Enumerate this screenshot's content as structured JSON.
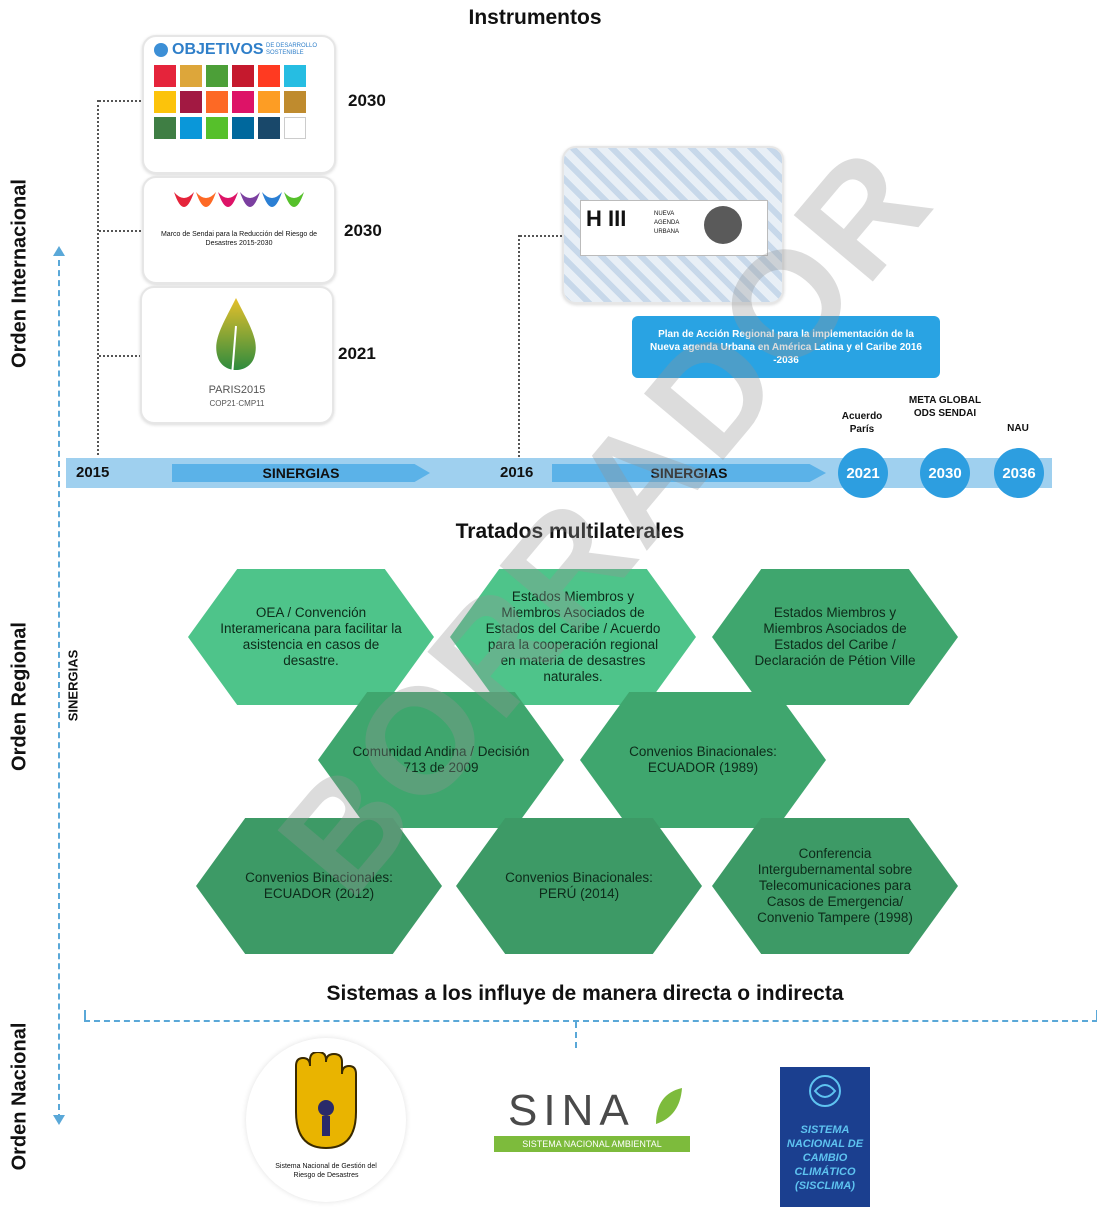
{
  "titles": {
    "instruments": "Instrumentos",
    "treaties": "Tratados multilaterales",
    "systems": "Sistemas a los influye de manera directa o indirecta"
  },
  "side_labels": {
    "international": "Orden Internacional",
    "regional": "Orden Regional",
    "national": "Orden Nacional",
    "synergies_vertical": "SINERGIAS"
  },
  "instruments": [
    {
      "name": "ODS",
      "logo_text": "OBJETIVOS",
      "logo_subtext": "DE DESARROLLO SOSTENIBLE",
      "year": "2030"
    },
    {
      "name": "Sendai",
      "logo_text": "Marco de Sendai para la Reducción del Riesgo de Desastres 2015-2030",
      "year": "2030"
    },
    {
      "name": "Paris",
      "logo_text": "PARIS2015",
      "logo_subtext": "COP21·CMP11",
      "year": "2021"
    }
  ],
  "habitat": {
    "logo_h": "H III",
    "logo_caption": "NUEVA AGENDA URBANA",
    "plan_text": "Plan de Acción Regional para la implementación de la Nueva agenda Urbana en América Latina y el Caribe 2016 -2036"
  },
  "timeline": {
    "start": "2015",
    "middle": "2016",
    "synergy_1": "SINERGIAS",
    "synergy_2": "SINERGIAS",
    "milestones": [
      {
        "label": "Acuerdo París",
        "year": "2021"
      },
      {
        "label": "META GLOBAL ODS SENDAI",
        "year": "2030"
      },
      {
        "label": "NAU",
        "year": "2036"
      }
    ]
  },
  "treaties": [
    "OEA / Convención Interamericana para facilitar la asistencia en casos de desastre.",
    "Estados Miembros y Miembros Asociados de Estados del Caribe / Acuerdo para la cooperación regional en materia de desastres naturales.",
    "Estados Miembros y Miembros Asociados de Estados del Caribe / Declaración de Pétion Ville",
    "Comunidad Andina / Decisión 713 de 2009",
    "Convenios Binacionales: ECUADOR (1989)",
    "Convenios Binacionales: ECUADOR (2012)",
    "Convenios Binacionales: PERÚ (2014)",
    "Conferencia Intergubernamental sobre Telecomunicaciones para Casos de Emergencia/ Convenio Tampere (1998)"
  ],
  "national_systems": [
    {
      "name": "Sistema Nacional de Gestión del Riesgo de Desastres"
    },
    {
      "name": "SINA",
      "subtext": "SISTEMA NACIONAL AMBIENTAL"
    },
    {
      "name": "SISTEMA NACIONAL DE CAMBIO CLIMÁTICO (SISCLIMA)"
    }
  ],
  "watermark": "BORRADOR",
  "colors": {
    "timeline": "#9fd0ef",
    "arrow": "#5bb2e8",
    "circle": "#2d9ee0",
    "hex": "#3fa66e",
    "plan_box": "#29a3e3"
  }
}
